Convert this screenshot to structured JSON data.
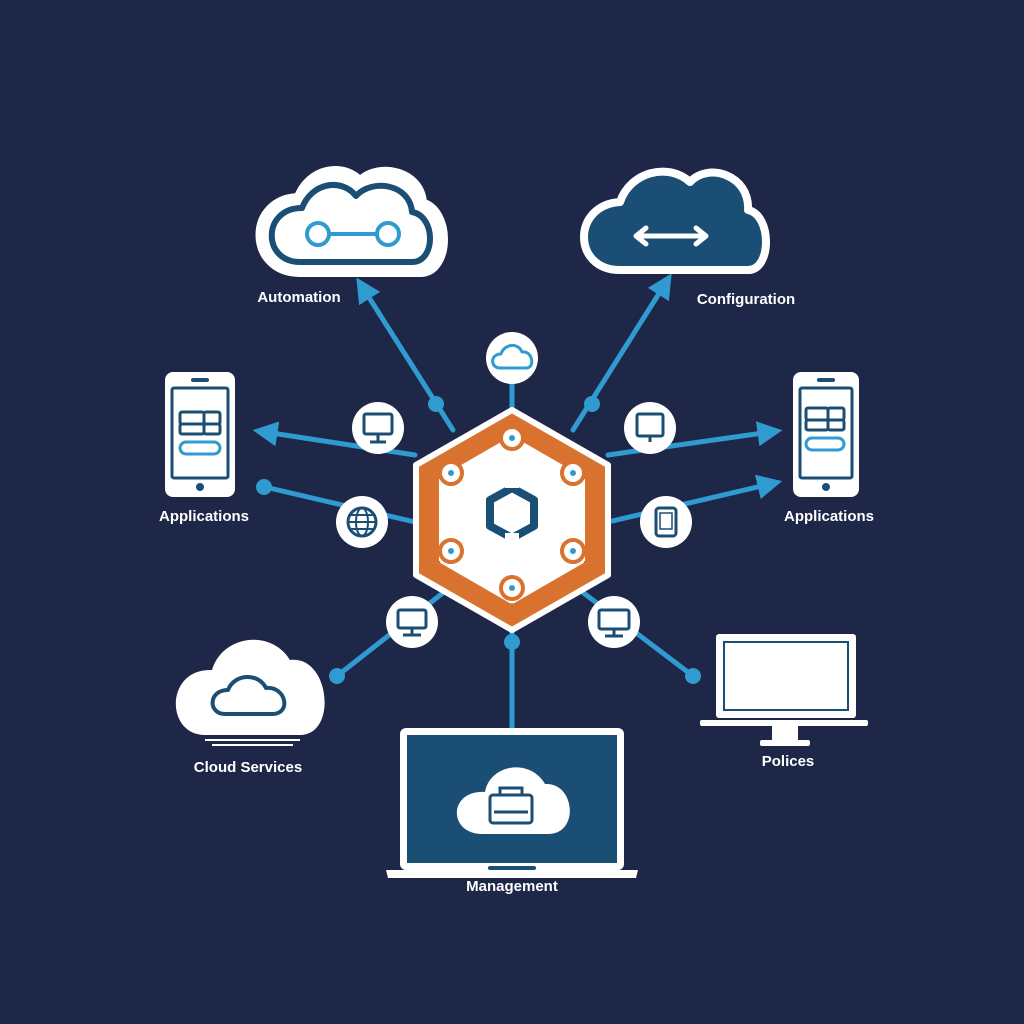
{
  "colors": {
    "background": "#1e2748",
    "connector": "#2f9bd0",
    "hub": "#d9722f",
    "navy": "#1b4e74",
    "white": "#ffffff"
  },
  "labels": {
    "automation": "Automation",
    "configuration": "Configuration",
    "applications_left": "Applications",
    "applications_right": "Applications",
    "cloud_services": "Cloud Services",
    "policies": "Polices",
    "management": "Management"
  },
  "icons": {
    "hub": "hexagon-hub-icon",
    "top_connector": "cloud-icon",
    "left_upper_connector": "monitor-icon",
    "left_middle_connector": "globe-icon",
    "left_lower_connector": "monitor-icon",
    "right_upper_connector": "monitor-icon",
    "right_middle_connector": "tablet-icon",
    "right_lower_connector": "monitor-icon"
  }
}
